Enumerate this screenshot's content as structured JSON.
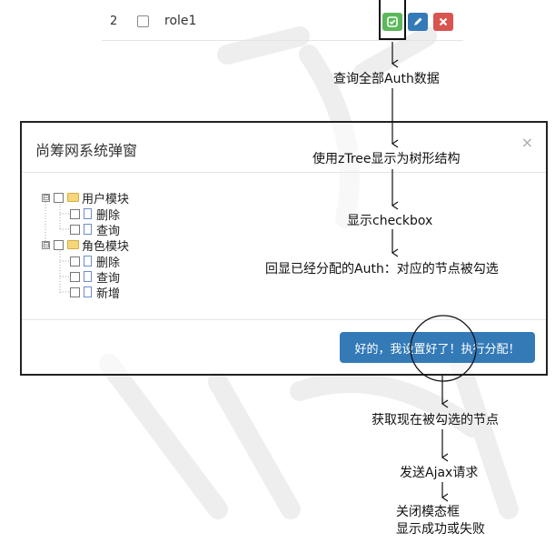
{
  "table_row": {
    "number": "2",
    "name": "role1",
    "assign_icon": "check-square-icon",
    "edit_icon": "pencil-icon",
    "delete_icon": "times-icon"
  },
  "flow_steps": {
    "query": "查询全部Auth数据",
    "ztree": "使用zTree显示为树形结构",
    "checkbox": "显示checkbox",
    "echo": "回显已经分配的Auth：对应的节点被勾选",
    "get_nodes": "获取现在被勾选的节点",
    "ajax": "发送Ajax请求",
    "close_modal": "关闭模态框",
    "show_result": "显示成功或失败"
  },
  "modal": {
    "title": "尚筹网系统弹窗",
    "close": "×",
    "submit": "好的，我设置好了！执行分配！"
  },
  "tree": {
    "toggle_open": "⊟",
    "items": [
      {
        "label": "用户模块",
        "type": "folder"
      },
      {
        "label": "删除",
        "type": "file"
      },
      {
        "label": "查询",
        "type": "file"
      },
      {
        "label": "角色模块",
        "type": "folder"
      },
      {
        "label": "删除",
        "type": "file"
      },
      {
        "label": "查询",
        "type": "file"
      },
      {
        "label": "新增",
        "type": "file"
      }
    ]
  }
}
